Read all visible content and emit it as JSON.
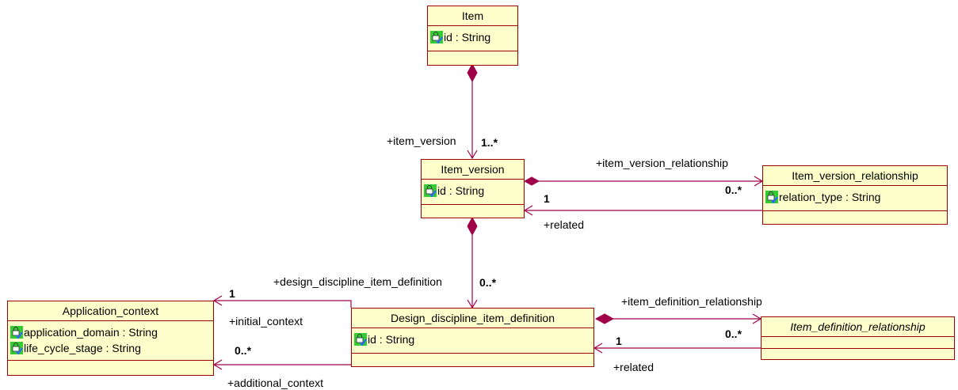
{
  "colors": {
    "box_fill": "#ffffcc",
    "box_border": "#a00000",
    "line": "#a0004a",
    "icon_bg": "#33cc33",
    "icon_accent": "#3366ff"
  },
  "classes": {
    "item": {
      "name": "Item",
      "attributes": [
        {
          "text": "id : String",
          "icon": "attribute-icon"
        }
      ]
    },
    "item_version": {
      "name": "Item_version",
      "attributes": [
        {
          "text": "id : String",
          "icon": "attribute-icon"
        }
      ]
    },
    "item_version_relationship": {
      "name": "Item_version_relationship",
      "attributes": [
        {
          "text": "relation_type : String",
          "icon": "attribute-icon"
        }
      ]
    },
    "application_context": {
      "name": "Application_context",
      "attributes": [
        {
          "text": "application_domain : String",
          "icon": "attribute-icon"
        },
        {
          "text": "life_cycle_stage : String",
          "icon": "attribute-icon"
        }
      ]
    },
    "design_discipline_item_definition": {
      "name": "Design_discipline_item_definition",
      "attributes": [
        {
          "text": "id : String",
          "icon": "attribute-icon"
        }
      ]
    },
    "item_definition_relationship": {
      "name": "Item_definition_relationship",
      "italic": true,
      "attributes": []
    }
  },
  "associations": {
    "item_to_version": {
      "role": "+item_version",
      "multiplicity": "1..*"
    },
    "version_relationship": {
      "role": "+item_version_relationship",
      "multiplicity": "0..*"
    },
    "version_related": {
      "role": "+related",
      "multiplicity": "1"
    },
    "version_to_definition": {
      "role": "+design_discipline_item_definition",
      "multiplicity": "0..*"
    },
    "initial_context": {
      "role": "+initial_context",
      "multiplicity": "1"
    },
    "additional_context": {
      "role": "+additional_context",
      "multiplicity": "0..*"
    },
    "definition_relationship": {
      "role": "+item_definition_relationship",
      "multiplicity": "0..*"
    },
    "definition_related": {
      "role": "+related",
      "multiplicity": "1"
    }
  }
}
